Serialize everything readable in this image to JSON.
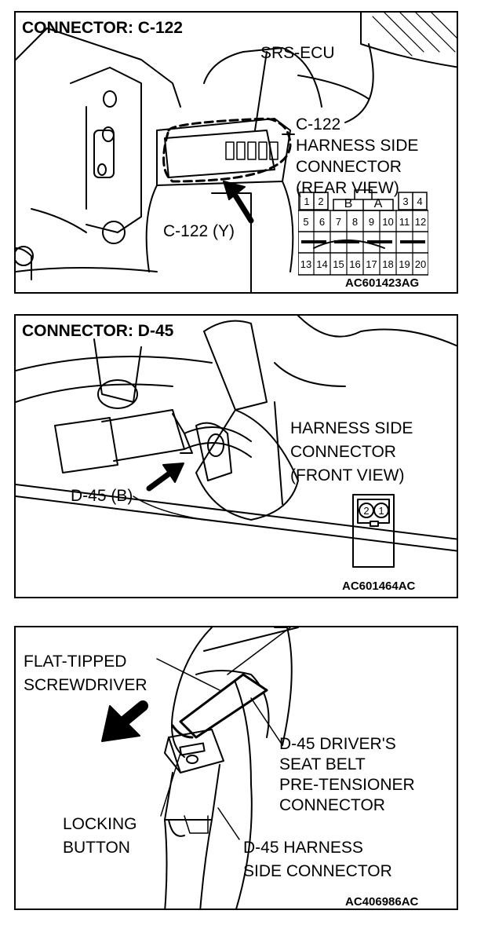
{
  "panels": [
    {
      "title": "CONNECTOR: C-122",
      "labels": {
        "ecu": "SRS-ECU",
        "harness_1": "C-122",
        "harness_2": "HARNESS SIDE",
        "harness_3": "CONNECTOR",
        "harness_4": "(REAR VIEW)",
        "connector": "C-122 (Y)"
      },
      "pin_grid": {
        "top_left": [
          "1",
          "2"
        ],
        "top_mid": [
          "B",
          "A"
        ],
        "top_right": [
          "3",
          "4"
        ],
        "row2": [
          "5",
          "6",
          "7",
          "8",
          "9",
          "10",
          "11",
          "12"
        ],
        "row3": [
          "13",
          "14",
          "15",
          "16",
          "17",
          "18",
          "19",
          "20"
        ]
      },
      "code": "AC601423AG"
    },
    {
      "title": "CONNECTOR: D-45",
      "labels": {
        "harness_1": "HARNESS SIDE",
        "harness_2": "CONNECTOR",
        "harness_3": "(FRONT VIEW)",
        "connector": "D-45 (B)"
      },
      "pins": [
        "2",
        "1"
      ],
      "code": "AC601464AC"
    },
    {
      "labels": {
        "tool_1": "FLAT-TIPPED",
        "tool_2": "SCREWDRIVER",
        "d45_1": "D-45 DRIVER'S",
        "d45_2": "SEAT BELT",
        "d45_3": "PRE-TENSIONER",
        "d45_4": "CONNECTOR",
        "lock_1": "LOCKING",
        "lock_2": "BUTTON",
        "side_1": "D-45 HARNESS",
        "side_2": "SIDE CONNECTOR"
      },
      "code": "AC406986AC"
    }
  ]
}
